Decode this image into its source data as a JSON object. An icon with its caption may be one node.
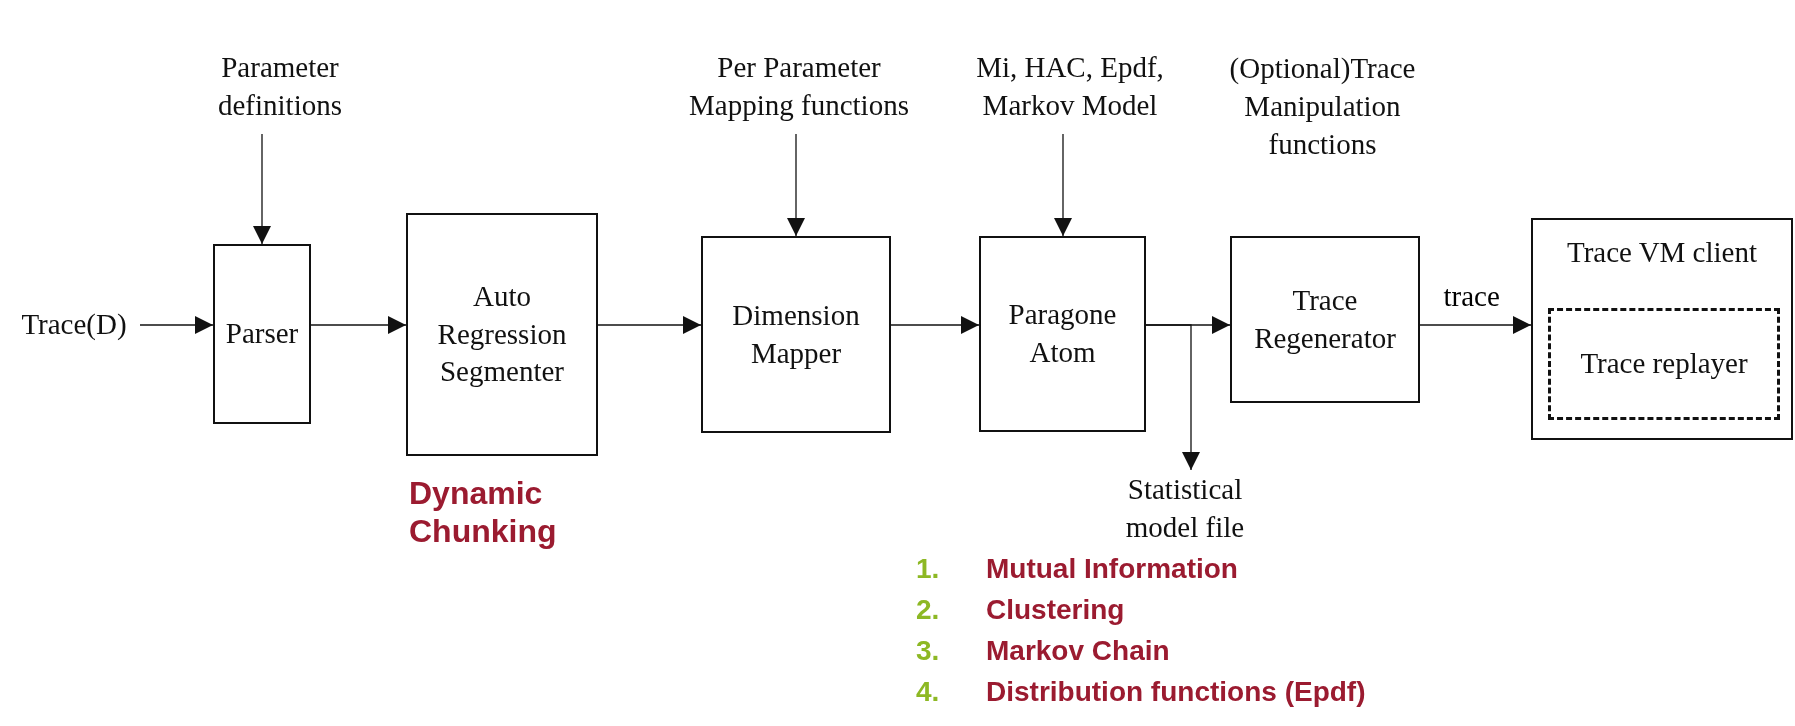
{
  "diagram": {
    "nodes": [
      {
        "text": [
          "Trace(D)"
        ]
      },
      {
        "text": [
          "Parameter definitions"
        ]
      },
      {
        "text": [
          "Parser"
        ]
      },
      {
        "text": [
          "Auto Regression Segmenter"
        ]
      },
      {
        "text": [
          "Per Parameter Mapping functions"
        ]
      },
      {
        "text": [
          "Dimension Mapper"
        ]
      },
      {
        "text": [
          "Mi, HAC, Epdf, Markov Model"
        ]
      },
      {
        "text": [
          "Paragone Atom"
        ]
      },
      {
        "text": [
          "(Optional)Trace Manipulation functions"
        ]
      },
      {
        "text": [
          "Trace Regenerator"
        ]
      },
      {
        "text": [
          "Statistical model file"
        ]
      },
      {
        "text": [
          "Trace VM client"
        ]
      },
      {
        "text": [
          "Trace replayer"
        ],
        "in": 11
      }
    ],
    "edges": [
      {
        "from": 0,
        "to": 2,
        "arrow": "to"
      },
      {
        "from": 1,
        "to": 2,
        "arrow": "to"
      },
      {
        "from": 2,
        "to": 3,
        "arrow": "to"
      },
      {
        "from": 3,
        "to": 5,
        "arrow": "to"
      },
      {
        "from": 4,
        "to": 5,
        "arrow": "to"
      },
      {
        "from": 5,
        "to": 7,
        "arrow": "to"
      },
      {
        "from": 6,
        "to": 7,
        "arrow": "to"
      },
      {
        "from": 7,
        "to": 9,
        "arrow": "to"
      },
      {
        "from": 7,
        "to": 10,
        "arrow": "to"
      },
      {
        "from": 9,
        "to": 11,
        "arrow": "to",
        "label": "trace"
      }
    ],
    "labels": [
      "Dynamic Chunking",
      "1.",
      "Mutual Information",
      "2.",
      "Clustering",
      "3.",
      "Markov Chain",
      "4.",
      "Distribution functions (Epdf)"
    ]
  }
}
